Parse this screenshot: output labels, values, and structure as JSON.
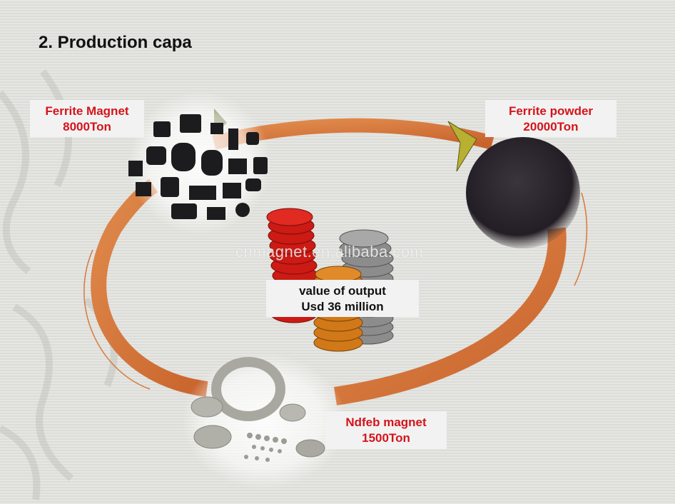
{
  "title": "2. Production capa",
  "watermark": "cnmagnet.en.alibaba.com",
  "nodes": {
    "ferrite_magnet": {
      "name": "Ferrite Magnet",
      "amount": "8000Ton"
    },
    "ferrite_powder": {
      "name": "Ferrite powder",
      "amount": "20000Ton"
    },
    "ndfeb_magnet": {
      "name": "Ndfeb magnet",
      "amount": "1500Ton"
    }
  },
  "center": {
    "line1": "value of output",
    "line2": "Usd 36 million"
  },
  "colors": {
    "label_text": "#d4141b",
    "ring": "#d8783c",
    "arrow": "#b8b830"
  }
}
